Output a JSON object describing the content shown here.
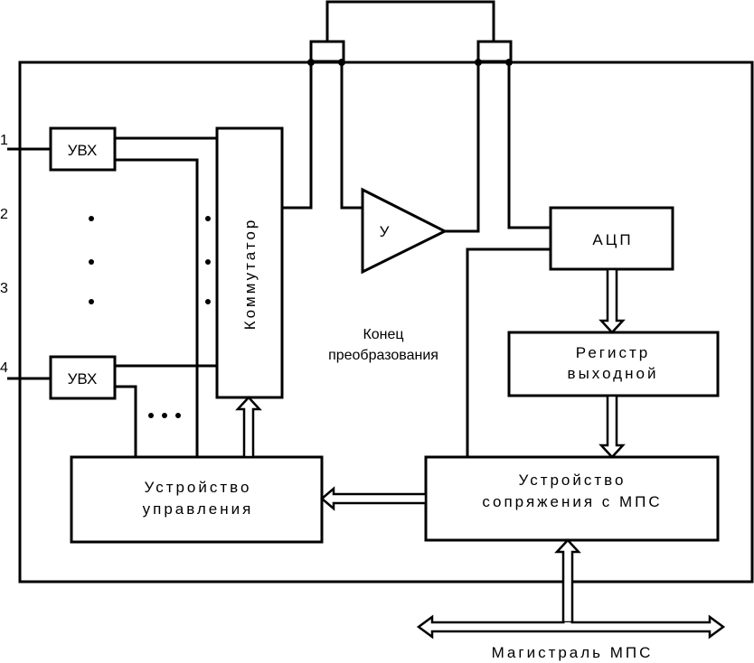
{
  "inputs": [
    "1",
    "2",
    "3",
    "4"
  ],
  "blocks": {
    "uvx_top": "УВХ",
    "uvx_bottom": "УВХ",
    "commutator": "Коммутатор",
    "amplifier": "У",
    "adc": "АЦП",
    "register_line1": "Регистр",
    "register_line2": "выходной",
    "control_line1": "Устройство",
    "control_line2": "управления",
    "interface_line1": "Устройство",
    "interface_line2": "сопряжения с МПС"
  },
  "annotations": {
    "end_conversion_line1": "Конец",
    "end_conversion_line2": "преобразования"
  },
  "bus_label": "Магистраль МПС"
}
